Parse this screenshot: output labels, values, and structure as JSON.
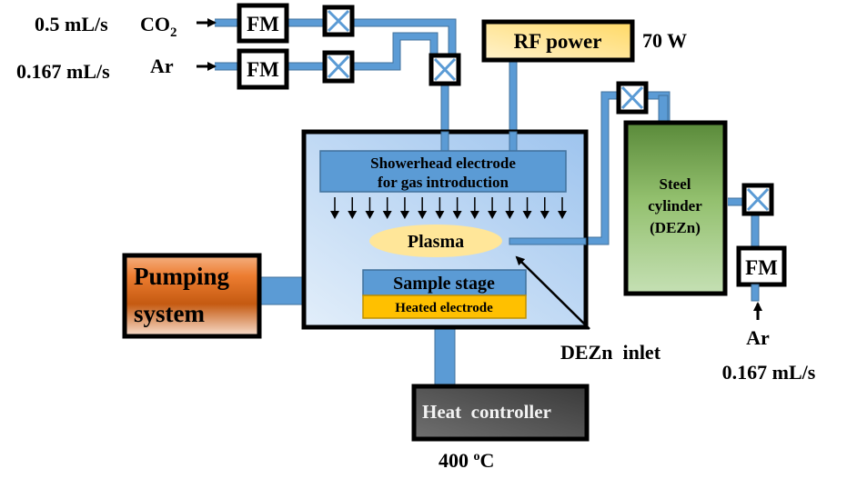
{
  "title": "PECVD system schematic for DEZn / CO2 plasma deposition",
  "gas_inlets": [
    {
      "flow": "0.5 mL/s",
      "gas": "CO",
      "gas_subscript": "2",
      "meter": "FM"
    },
    {
      "flow": "0.167 mL/s",
      "gas": "Ar",
      "gas_subscript": "",
      "meter": "FM"
    }
  ],
  "rf_power": {
    "label": "RF power",
    "value": "70 W"
  },
  "chamber": {
    "showerhead_line1": "Showerhead electrode",
    "showerhead_line2": "for gas introduction",
    "plasma_label": "Plasma",
    "sample_stage_label": "Sample stage",
    "heated_electrode_label": "Heated electrode",
    "arrow_count": 14
  },
  "pumping": {
    "line1": "Pumping",
    "line2": "system"
  },
  "heat_controller": {
    "label": "Heat  controller",
    "temp_value": "400 ",
    "temp_unit_sup": "o",
    "temp_unit": "C"
  },
  "cylinder": {
    "line1": "Steel",
    "line2": "cylinder",
    "line3": "(DEZn)"
  },
  "carrier": {
    "meter": "FM",
    "gas": "Ar",
    "flow": "0.167 mL/s"
  },
  "dezn_inlet_label": "DEZn  inlet",
  "colors": {
    "pipe": "#5b9bd5",
    "pipe_edge": "#41719c",
    "chamber_light": "#deebf7",
    "chamber_dark": "#9dc3e6",
    "showerhead": "#5b9bd5",
    "plasma": "#ffe699",
    "heated_electrode": "#ffc000",
    "rf_power": "#ffe699",
    "pumping": "#c55a11",
    "cylinder_top": "#548235",
    "cylinder_bottom": "#c5e0b4",
    "heat_controller": "#404040"
  }
}
